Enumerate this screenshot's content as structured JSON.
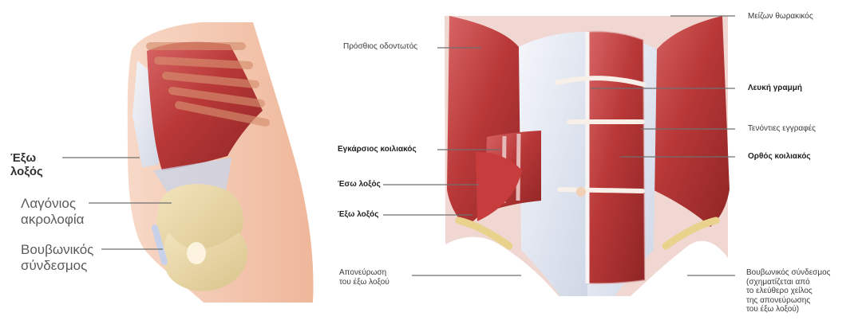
{
  "left_panel": {
    "external_oblique": [
      "Έξω",
      "λοξός"
    ],
    "iliac_crest": [
      "Λαγόνιος",
      "ακρολοφία"
    ],
    "inguinal_ligament": [
      "Βουβωνικός",
      "σύνδεσμος"
    ]
  },
  "right_panel": {
    "pectoralis_major": "Μείζων θωρακικός",
    "serratus_anterior": "Πρόσθιος οδοντωτός",
    "linea_alba": "Λευκή γραμμή",
    "tendinous_intersections": "Τενόντιες εγγραφές",
    "transversus_abdominis": "Εγκάρσιος κοιλιακός",
    "rectus_abdominis": "Ορθός κοιλιακός",
    "internal_oblique": "Έσω λοξός",
    "external_oblique": "Έξω λοξός",
    "aponeurosis": [
      "Απονεύρωση",
      "του έξω λοξού"
    ],
    "inguinal_ligament_note": [
      "Βουβωνικός σύνδεσμος",
      "(σχηματίζεται από",
      "το ελεύθερο χείλος",
      "της απονεύρωσης",
      "του έξω λοξού)"
    ]
  },
  "colors": {
    "muscle": "#b73a3a",
    "muscle_dark": "#8c2626",
    "muscle_light": "#d46a6a",
    "tendon": "#dfe4ee",
    "skin": "#f2c4a8",
    "bone": "#ead8a8",
    "line": "#6f6f6f"
  }
}
